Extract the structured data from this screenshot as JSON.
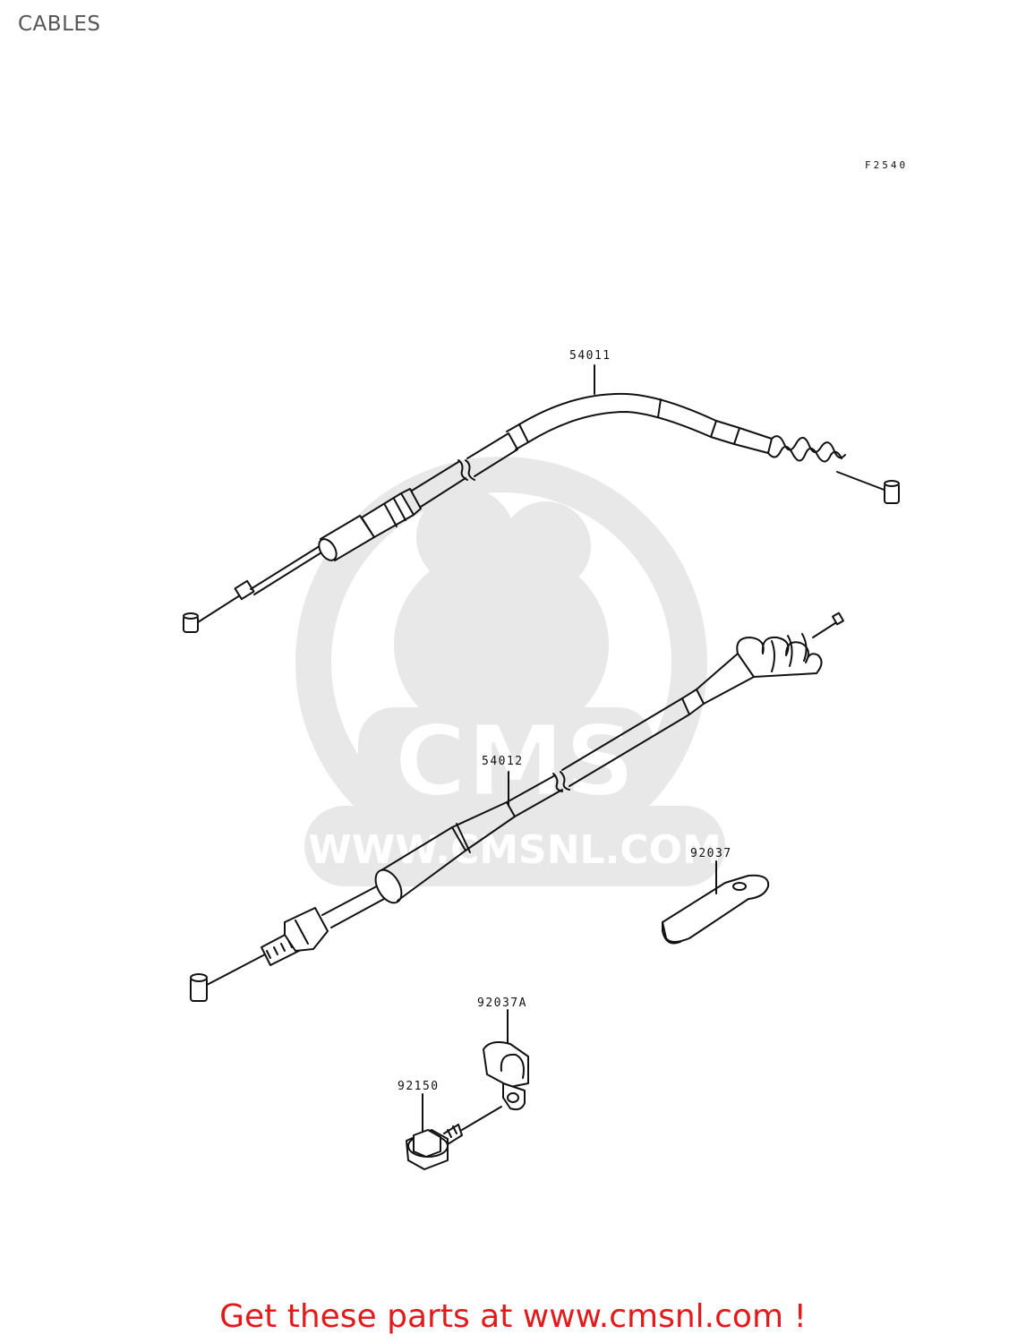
{
  "header": {
    "title": "CABLES"
  },
  "figure": {
    "code": "F2540"
  },
  "watermark": {
    "brand": "CMS",
    "url": "WWW.CMSNL.COM"
  },
  "parts": [
    {
      "number": "54011"
    },
    {
      "number": "54012"
    },
    {
      "number": "92037"
    },
    {
      "number": "92037A"
    },
    {
      "number": "92150"
    }
  ],
  "footer": {
    "link_text": "Get these parts at www.cmsnl.com !"
  },
  "colors": {
    "footer": "#e11b1b",
    "title": "#555555",
    "watermark": "#e6e6e6",
    "line": "#111111"
  }
}
